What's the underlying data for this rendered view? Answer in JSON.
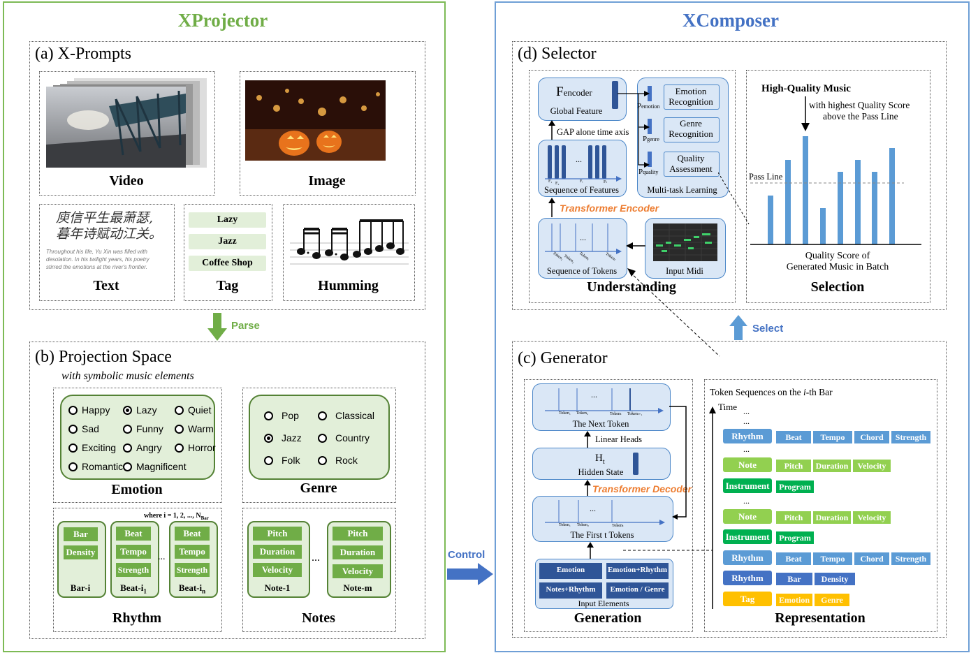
{
  "xprojector": {
    "title": "XProjector",
    "prompts": {
      "title": "(a) X-Prompts",
      "video_label": "Video",
      "image_label": "Image",
      "text_label": "Text",
      "tag_label": "Tag",
      "humming_label": "Humming",
      "text_chinese_1": "庾信平生最萧瑟,",
      "text_chinese_2": "暮年诗赋动江关。",
      "text_english_1": "Throughout his life, Yu Xin was filled with",
      "text_english_2": "desolation. In his twilight years, his poetry",
      "text_english_3": "stirred the emotions at the river's frontier.",
      "tags": [
        "Lazy",
        "Jazz",
        "Coffee Shop"
      ]
    },
    "parse_label": "Parse",
    "projection": {
      "title": "(b) Projection Space",
      "subtitle": "with symbolic music elements",
      "emotion_label": "Emotion",
      "emotions": [
        "Happy",
        "Lazy",
        "Quiet",
        "Sad",
        "Funny",
        "Warm",
        "Exciting",
        "Angry",
        "Horror",
        "Romantic",
        "Magnificent"
      ],
      "emotion_selected": "Lazy",
      "genre_label": "Genre",
      "genres": [
        "Pop",
        "Classical",
        "Jazz",
        "Country",
        "Folk",
        "Rock"
      ],
      "genre_selected": "Jazz",
      "rhythm_label": "Rhythm",
      "where_note": "where i = 1, 2, ..., N",
      "where_sub": "Bar",
      "bar_tokens": [
        "Bar",
        "Density"
      ],
      "bar_caption": "Bar-i",
      "beat_tokens": [
        "Beat",
        "Tempo",
        "Strength"
      ],
      "beat_caption_1": "Beat-i",
      "beat_caption_1_sub": "1",
      "beat_caption_n": "Beat-i",
      "beat_caption_n_sub": "n",
      "ellipsis": "...",
      "notes_label": "Notes",
      "note_tokens": [
        "Pitch",
        "Duration",
        "Velocity"
      ],
      "note_caption_1": "Note-1",
      "note_caption_m": "Note-m"
    }
  },
  "control_label": "Control",
  "xcomposer": {
    "title": "XComposer",
    "selector": {
      "title": "(d) Selector",
      "understanding_label": "Understanding",
      "selection_label": "Selection",
      "fencoder_main": "F",
      "fencoder_sub": "encoder",
      "global_feature": "Global Feature",
      "gap_label": "GAP alone time axis",
      "seq_features": "Sequence of  Features",
      "feature_subs": [
        "F₁",
        "F₂",
        "Fᵢ",
        "Fₜ"
      ],
      "transformer_encoder": "Transformer Encoder",
      "seq_tokens": "Sequence of  Tokens",
      "token_subs": [
        "Token₁",
        "Token₂",
        "Tokenᵢ",
        "Tokenₜ"
      ],
      "input_midi": "Input Midi",
      "p_emotion_main": "P",
      "p_emotion_sub": "emotion",
      "p_genre_sub": "genre",
      "p_quality_sub": "quality",
      "emotion_recog": [
        "Emotion",
        "Recognition"
      ],
      "genre_recog": [
        "Genre",
        "Recognition"
      ],
      "quality_assess": [
        "Quality",
        "Assessment"
      ],
      "multi_task": "Multi-task Learning",
      "high_quality": "High-Quality Music",
      "hq_desc_1": "with highest Quality Score",
      "hq_desc_2": "above the Pass Line",
      "pass_line": "Pass Line",
      "score_caption_1": "Quality Score of",
      "score_caption_2": "Generated Music in Batch"
    },
    "select_label": "Select",
    "generator": {
      "title": "(c) Generator",
      "generation_label": "Generation",
      "next_token": "The Next Token",
      "next_token_subs": [
        "Token₁",
        "Token₂",
        "Tokenₜ",
        "Tokenₜ₊₁"
      ],
      "linear_heads": "Linear Heads",
      "ht_main": "H",
      "ht_sub": "t",
      "hidden_state": "Hidden State",
      "transformer_decoder": "Transformer Decoder",
      "first_t": "The First t Tokens",
      "first_t_subs": [
        "Token₁",
        "Token₂",
        "Tokenₜ"
      ],
      "input_elements": "Input Elements",
      "elements": [
        "Emotion",
        "Emotion+Rhythm",
        "Notes+Rhythm",
        "Emotion / Genre"
      ]
    },
    "representation": {
      "title_pre": "Token Sequences on the ",
      "title_i": "i",
      "title_post": "-th Bar",
      "time": "Time",
      "label": "Representation",
      "rows": [
        {
          "head": "Rhythm",
          "tokens": [
            "Beat",
            "Tempo",
            "Chord",
            "Strength"
          ]
        },
        {
          "head": "Note",
          "tokens": [
            "Pitch",
            "Duration",
            "Velocity"
          ]
        },
        {
          "head": "Instrument",
          "tokens": [
            "Program"
          ]
        },
        {
          "head": "Note",
          "tokens": [
            "Pitch",
            "Duration",
            "Velocity"
          ]
        },
        {
          "head": "Instrument",
          "tokens": [
            "Program"
          ]
        },
        {
          "head": "Rhythm",
          "tokens": [
            "Beat",
            "Tempo",
            "Chord",
            "Strength"
          ]
        },
        {
          "head": "Rhythm",
          "tokens": [
            "Bar",
            "Density"
          ]
        },
        {
          "head": "Tag",
          "tokens": [
            "Emotion",
            "Genre"
          ]
        }
      ]
    }
  },
  "colors": {
    "green_border": "#7dba55",
    "blue_border": "#6f9fd6",
    "green_title": "#70ad47",
    "blue_title": "#4472c4",
    "bar_blue": "#5b9bd5"
  }
}
